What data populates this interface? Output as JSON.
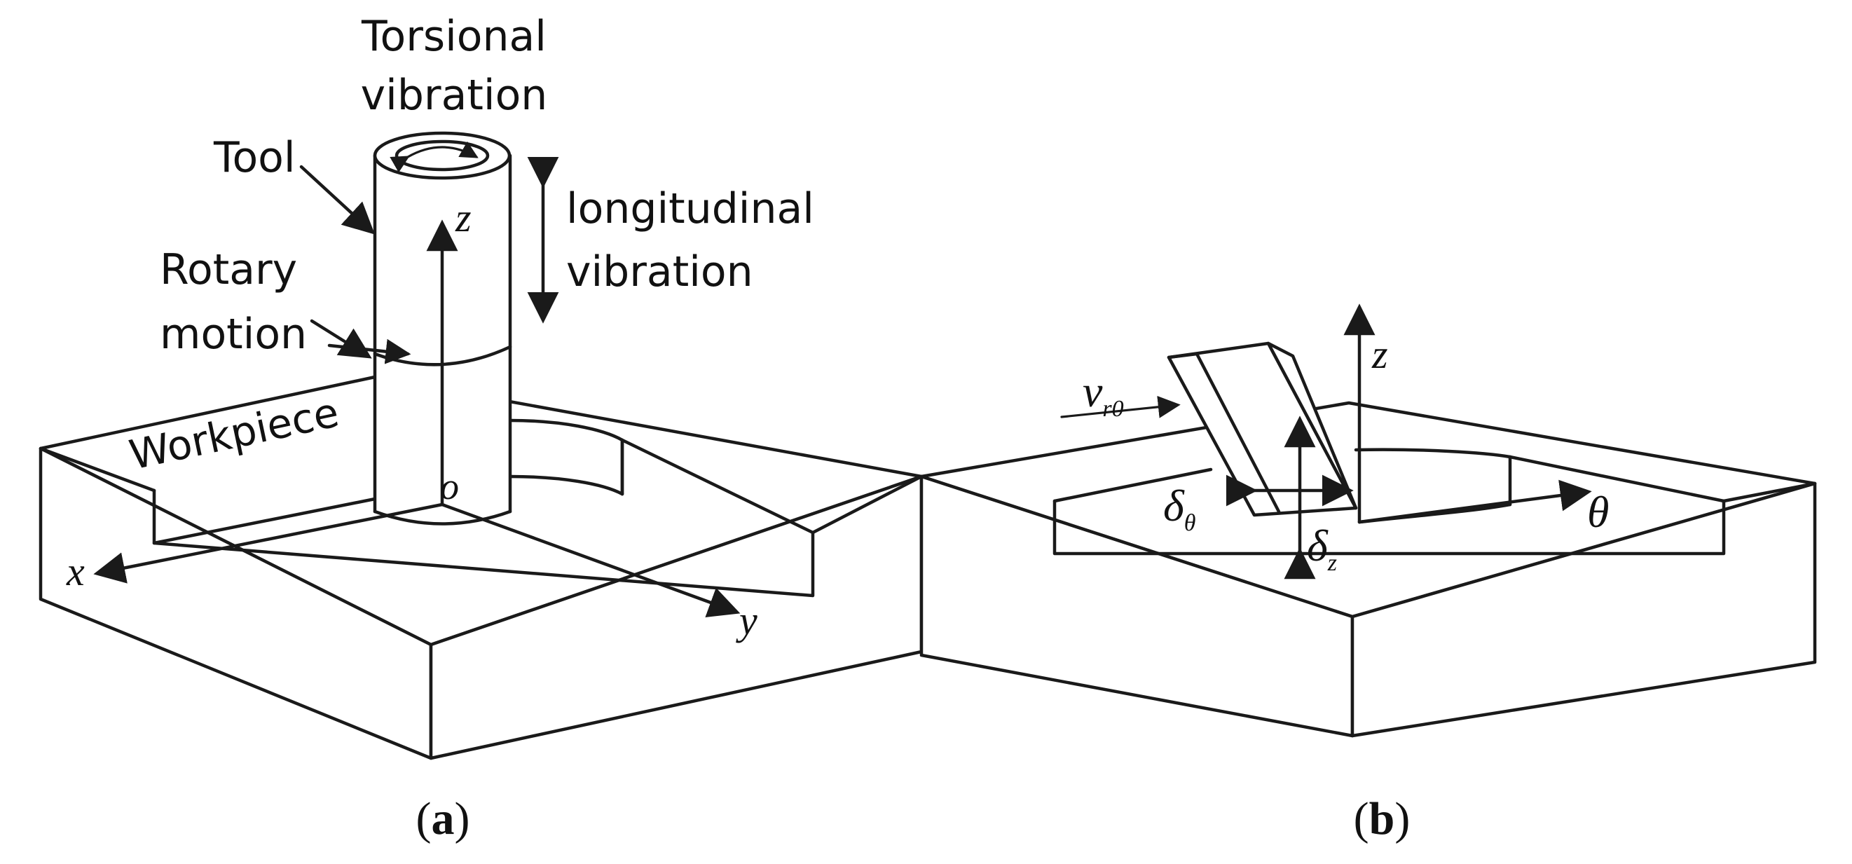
{
  "panel_a": {
    "labels": {
      "torsional_line1": "Torsional",
      "torsional_line2": "vibration",
      "tool": "Tool",
      "rotary_line1": "Rotary",
      "rotary_line2": "motion",
      "longitudinal_line1": "longitudinal",
      "longitudinal_line2": "vibration",
      "workpiece": "Workpiece"
    },
    "axes": {
      "z": "z",
      "x": "x",
      "y": "y",
      "origin": "o"
    },
    "caption": {
      "open": "(",
      "letter": "a",
      "close": ")"
    }
  },
  "panel_b": {
    "symbols": {
      "v": "v",
      "v_sub": "r0",
      "delta_theta": "δ",
      "delta_theta_sub": "θ",
      "delta_z": "δ",
      "delta_z_sub": "z",
      "theta": "θ",
      "z": "z"
    },
    "caption": {
      "open": "(",
      "letter": "b",
      "close": ")"
    }
  },
  "colors": {
    "line": "#1a1a1a",
    "background": "#ffffff"
  }
}
